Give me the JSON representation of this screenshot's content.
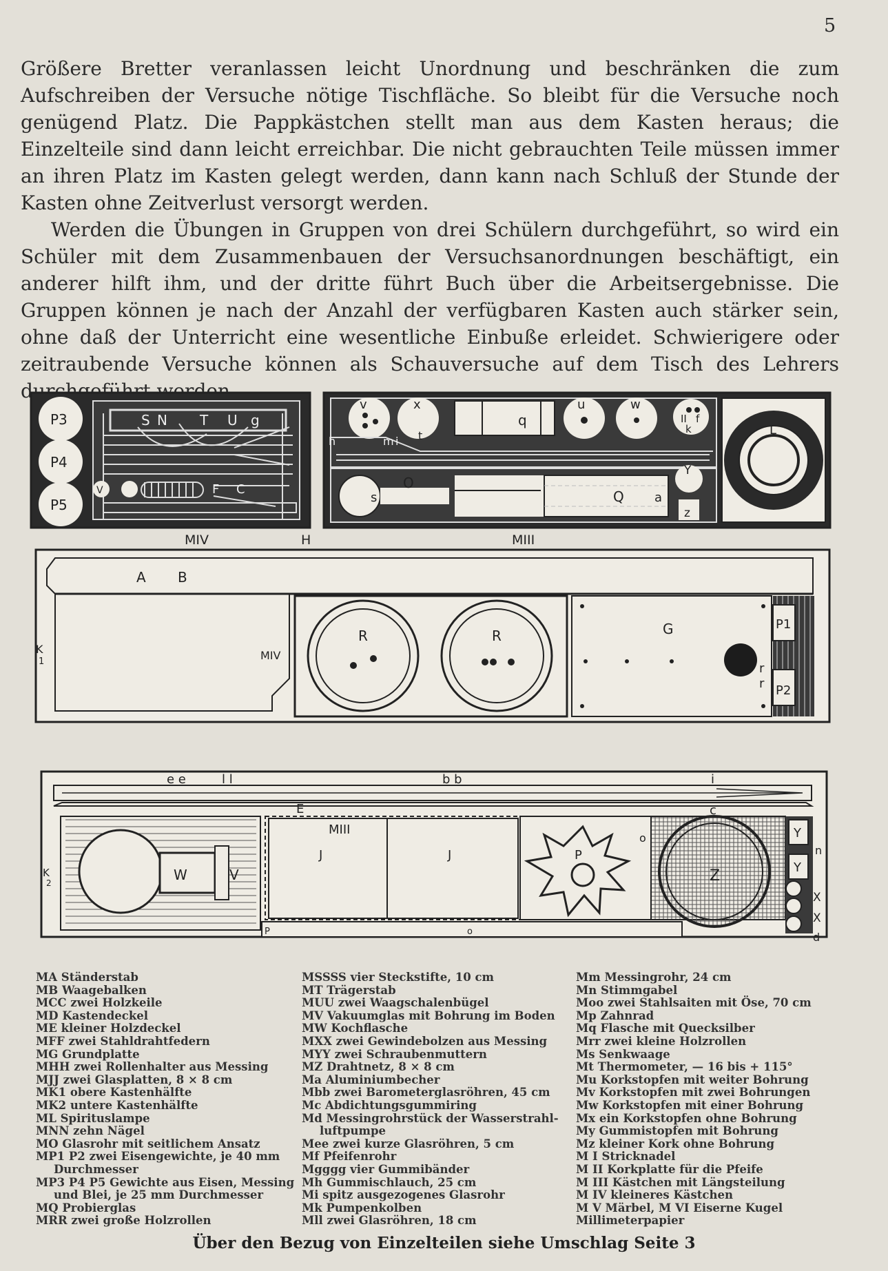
{
  "page_number": "5",
  "paragraphs": [
    "Größere Bretter veranlassen leicht Unordnung und beschränken die zum Aufschreiben der Versuche nötige Tischfläche. So bleibt für die Versuche noch genügend Platz. Die Pappkästchen stellt man aus dem Kasten heraus; die Einzelteile sind dann leicht erreichbar. Die nicht gebrauchten Teile müssen immer an ihren Platz im Kasten gelegt werden, dann kann nach Schluß der Stunde der Kasten ohne Zeitverlust versorgt werden.",
    "Werden die Übungen in Gruppen von drei Schülern durchgeführt, so wird ein Schüler mit dem Zusammenbauen der Versuchsanordnungen beschäftigt, ein anderer hilft ihm, und der dritte führt Buch über die Arbeitsergebnisse. Die Gruppen können je nach der Anzahl der verfügbaren Kasten auch stärker sein, ohne daß der Unterricht eine wesentliche Einbuße erleidet. Schwierigere oder zeitraubende Versuche können als Schauversuche auf dem Tisch des Lehrers durchgeführt werden."
  ],
  "figure_labels": {
    "p3": "P3",
    "p4": "P4",
    "p5": "P5",
    "s": "S",
    "n": "N",
    "t": "T",
    "u": "U",
    "g": "g",
    "f": "F",
    "c": "C",
    "v_small": "V",
    "miv": "MIV",
    "h": "H",
    "v": "v",
    "x": "x",
    "q": "q",
    "u2": "u",
    "w": "w",
    "ll": "II",
    "f2": "f",
    "k": "k",
    "h2": "h",
    "m": "m",
    "i": "i",
    "t2": "t",
    "s2": "s",
    "o": "O",
    "q2": "Q",
    "a": "a",
    "y": "Y",
    "z": "z",
    "mii": "MIII",
    "l": "L",
    "a_big": "A",
    "b_big": "B",
    "k1": "K",
    "k1sub": "1",
    "miv2": "MIV",
    "r1": "R",
    "r2": "R",
    "g2": "G",
    "p1": "P1",
    "p2": "P2",
    "r_small1": "r",
    "r_small2": "r",
    "ee": "e e",
    "ll2": "l l",
    "bb": "b b",
    "i2": "i",
    "e": "E",
    "c2": "c",
    "miii2": "MIII",
    "j1": "J",
    "j2": "J",
    "p_gear": "P",
    "o2": "o",
    "z2": "Z",
    "k2": "K",
    "k2sub": "2",
    "w2": "W",
    "v2": "V",
    "y1": "Y",
    "y2": "Y",
    "n2": "n",
    "x1": "X",
    "x2": "X",
    "d": "d",
    "p_small": "P",
    "o_small": "o"
  },
  "legend": {
    "col1": [
      "MA Ständerstab",
      "MB Waagebalken",
      "MCC zwei Holzkeile",
      "MD Kastendeckel",
      "ME kleiner Holzdeckel",
      "MFF zwei Stahldrahtfedern",
      "MG Grundplatte",
      "MHH zwei Rollenhalter aus Messing",
      "MJJ zwei Glasplatten, 8 × 8 cm",
      "MK1 obere Kastenhälfte",
      "MK2 untere Kastenhälfte",
      "ML Spirituslampe",
      "MNN zehn Nägel",
      "MO Glasrohr mit seitlichem Ansatz",
      "MP1 P2 zwei Eisengewichte, je 40 mm",
      "Durchmesser",
      "MP3 P4 P5 Gewichte aus Eisen, Messing",
      "und Blei, je 25 mm Durchmesser",
      "MQ Probierglas",
      "MRR zwei große Holzrollen"
    ],
    "col2": [
      "MSSSS vier Steckstifte, 10 cm",
      "MT Trägerstab",
      "MUU zwei Waagschalenbügel",
      "MV Vakuumglas mit Bohrung im Boden",
      "MW Kochflasche",
      "MXX zwei Gewindebolzen aus Messing",
      "MYY zwei Schraubenmuttern",
      "MZ Drahtnetz, 8 × 8 cm",
      "Ma Aluminiumbecher",
      "Mbb zwei Barometerglasröhren, 45 cm",
      "Mc Abdichtungsgummiring",
      "Md Messingrohrstück der Wasserstrahl-",
      "luftpumpe",
      "Mee zwei kurze Glasröhren, 5 cm",
      "Mf Pfeifenrohr",
      "Mgggg vier Gummibänder",
      "Mh Gummischlauch, 25 cm",
      "Mi spitz ausgezogenes Glasrohr",
      "Mk Pumpenkolben",
      "Mll zwei Glasröhren, 18 cm"
    ],
    "col3": [
      "Mm Messingrohr, 24 cm",
      "Mn Stimmgabel",
      "Moo zwei Stahlsaiten mit Öse, 70 cm",
      "Mp Zahnrad",
      "Mq Flasche mit Quecksilber",
      "Mrr zwei kleine Holzrollen",
      "Ms Senkwaage",
      "Mt Thermometer, — 16 bis + 115°",
      "Mu Korkstopfen mit weiter Bohrung",
      "Mv Korkstopfen mit zwei Bohrungen",
      "Mw Korkstopfen mit einer Bohrung",
      "Mx ein Korkstopfen ohne Bohrung",
      "My Gummistopfen mit Bohrung",
      "Mz kleiner Kork ohne Bohrung",
      "M I Stricknadel",
      "M II Korkplatte für die Pfeife",
      "M III Kästchen mit Längsteilung",
      "M IV kleineres Kästchen",
      "M V Märbel, M VI Eiserne Kugel",
      "Millimeterpapier"
    ]
  },
  "footer": "Über den Bezug von Einzelteilen siehe Umschlag Seite 3"
}
